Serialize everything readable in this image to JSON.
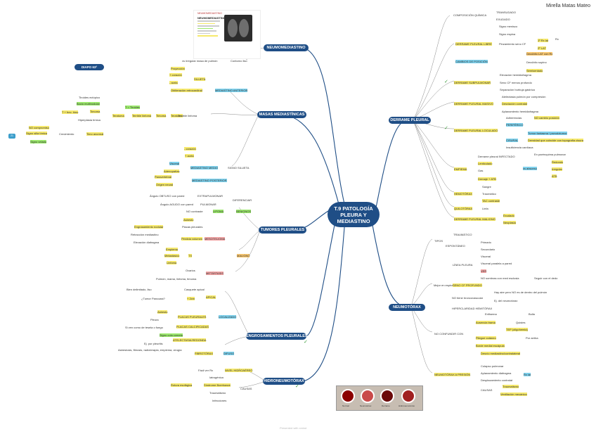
{
  "author": "Mirella Matas Mateo",
  "central": {
    "line1": "T.9 PATOLOGÍA",
    "line2": "PLEURA Y",
    "line3": "MEDIASTINO"
  },
  "diapo": "DIAPO 63ª",
  "watermark": "Presented with xmind",
  "thumb": {
    "title": "NEUMOMEDIASTINO",
    "sub": "NEUMOMEDIASTINO:"
  },
  "main_nodes": {
    "neumomediastino": "NEUMOMEDIASTINO",
    "masas": "MASAS MEDIASTÍNICAS",
    "tumores": "TUMORES PLEURALES",
    "engrosamientos": "ENGROSAMIENTOS PLEURALES",
    "hidroneumotorax": "HIDRONEUMOTÓRAX",
    "derrame": "DERRAME PLEURAL",
    "neumotorax": "NEUMOTÓRAX"
  },
  "small_node": "21",
  "left_texts": [
    "vs irregular masa de pulmón",
    "Contorno liso",
    "Proyección",
    "+ corazón",
    "- aorta",
    "SILUETA",
    "Obliteración retrocardinal",
    "MEDIASTINO ANTERIOR",
    "Tiroides ectópico",
    "Bocio multinodular",
    "T = Tiroides",
    "Timoma",
    "T + frec. timo",
    "Hiperplasia tímica",
    "Teratoma",
    "Terrible linfoma",
    "Timoma",
    "Teratoma",
    "Terrible linfoma",
    "NO compromiso",
    "Signo silla tímica",
    "Signo velado",
    "Crecimiento",
    "Timo anormal",
    "- corazón",
    "+ aorta",
    "SIGNO SILUETA",
    "Visceral",
    "MEDIASTINO MEDIO",
    "Adenopatías",
    "Paravertebral",
    "MEDIASTINO POSTERIOR",
    "Origen neural",
    "Ángulo OBTUSO con pared",
    "EXTRAPULMONAR",
    "DIFERENCIAR",
    "Ángulo AGUDO con pared",
    "PULMONAR",
    "NO contraste",
    "LIPOMA",
    "BENIGNOS",
    "Asbesto",
    "Engrosamiento nodular",
    "Placas pleurales",
    "Retracción mediastino",
    "Pérdida volumen",
    "MESOTELIOMA",
    "Elevación diafragma",
    "Empiema",
    "Metastásico",
    "TX",
    "Linfoma",
    "MALIGNO",
    "Ovarios",
    "METÁSTASIS",
    "Pulmón, mama, linfoma, timoma",
    "Bien delimitado, liso",
    "Casquete apical",
    "APICAL",
    "¿Tumor Pancoast?",
    "+ 2cm",
    "Asbesto",
    "Pleura",
    "PLACAS PLEURALES",
    "LOCALIZADO",
    "PLACAS CALCIFICADAS",
    "Si ven como de tesela o fuego",
    "Signo cola cometa",
    "ATELECTASIA REDONDA",
    "Ej. por pleuritis",
    "Asbestosis, fibrosis, radioterapia, empiema, cirugía",
    "FIBROTÓRAX",
    "DIFUSO",
    "Fácil ver Rx",
    "NIVEL HIDROAÉREO",
    "Iatrogénica",
    "Rotura esofágica",
    "Síndrome Boerhaave",
    "Traumatismo",
    "CAUSAS",
    "Infecciones"
  ],
  "right_texts": [
    "COMPOSICIÓN QUÍMICA",
    "TRANSUDADO",
    "EXUDADO",
    "Signo menisco",
    "Signo espina",
    "DERRAME PLEURAL LIBRE",
    "Pinzamiento seno CF",
    "1º Rx lat",
    "2º LAT",
    "CAMBIOS DE POSICIÓN",
    "Decúbito LAT con Rx",
    "Decúbito supino",
    "Semisentado",
    "Elevación hemidiafragma",
    "DERRAME SUBPULMONAR",
    "Seno CF menos profundo",
    "Separación burbuja gástrica",
    "Atelectasia pulmón por compresión",
    "DERRAME PLEURAL MASIVO",
    "Desviación contralat",
    "Aplanamiento hemidiafragma",
    "Adherencias",
    "NO cambio posición",
    "DERRAME PLEURAL LOCULADO",
    "PERIFÉRICO",
    "Tumor fantasma / pseudotumor",
    "CISURAL",
    "Densidad que coincide con topografía cisura",
    "Insuficiencia cardíaca",
    "Derrame pleural INFECTADO",
    "EMPIEMA",
    "Lenticulado",
    "Gas",
    "Drenaje + ATB",
    "En parénquima pulmonar",
    "vs absceso",
    "Redondo",
    "Irregular",
    "ATB",
    "Sangre",
    "HEMOTÓRAX",
    "Traumático",
    "TAC contraste",
    "QUILOTÓRAX",
    "Linfa",
    "DERRAME PLEURAL MALIGNO",
    "Exudado",
    "Neoplasia",
    "TIPOS",
    "TRAUMÁTICO",
    "Primario",
    "ESPONTÁNEO",
    "Secundario",
    "Visceral",
    "LÍNEA PLEURA",
    "Visceral paralela a pared",
    "Mejor en espiración",
    "VER",
    "NO sombras con med esclusia",
    "Seguir con el dedo",
    "SENO CF PROFUNDO",
    "Hay aire pero NO es de dentro del pulmón",
    "NO tiene broncovascular",
    "Ej. del neumotórax",
    "HIPERCLARIDAD HEMITÓRAX",
    "Enfisema",
    "Bulla",
    "Ausencia trama",
    "Quistes",
    "TEP (oligohemia)",
    "NO CONFUNDIR CON",
    "Pliegue cutáneo",
    "Por arriba",
    "Borde medial escápula",
    "NEUMOTÓRAX A PRESIÓN",
    "Desvío mediastino/contralateral",
    "Colapso pulmonar",
    "Aplanamiento diafragma",
    "Desplazamiento contralat",
    "CAUSAS",
    "Traumatismo",
    "Ventilación mecánica",
    "Rx lat",
    "Rx"
  ],
  "diagram": {
    "labels": [
      "Normal",
      "Neumotórax",
      "Derrame",
      "Hidroneumotórax"
    ]
  },
  "colors": {
    "node": "#1f4e86",
    "link": "#1f4e86",
    "yellow": "#f6e96b",
    "green": "#9be86c",
    "blue": "#7ed2ee",
    "pink": "#f3a6a6"
  }
}
